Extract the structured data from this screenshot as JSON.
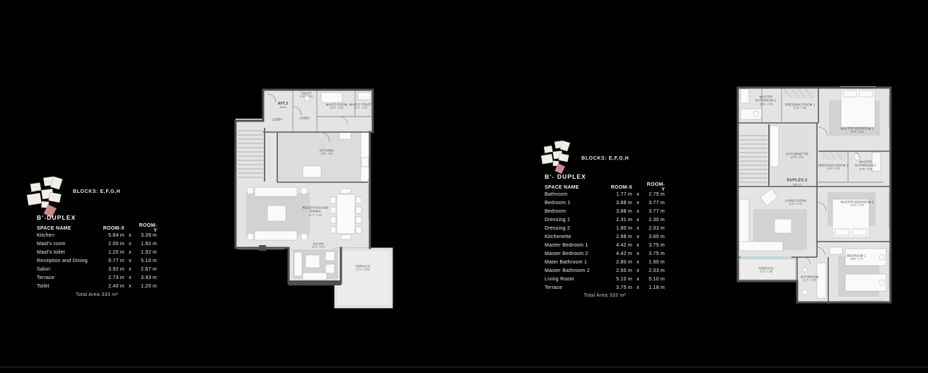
{
  "colors": {
    "background": "#000000",
    "keyplan_highlight": "#c9888e",
    "wall": "#4f4f4f",
    "floor": "#e4e4e4",
    "window": "#bfd5e1",
    "total_text": "#d6c4ac"
  },
  "left": {
    "blocks_label": "BLOCKS: E,F,G,H",
    "title": "B'-DUPLEX",
    "table": {
      "headers": {
        "name": "SPACE NAME",
        "x": "ROOM-X",
        "y": "ROOM-Y"
      },
      "rows": [
        {
          "name": "Kitchen",
          "x": "5.84 m",
          "sep": "x",
          "y": "3.39 m"
        },
        {
          "name": "Maid's room",
          "x": "2.00 m",
          "sep": "x",
          "y": "1.92 m"
        },
        {
          "name": "Maid's toilet",
          "x": "1.20 m",
          "sep": "x",
          "y": "1.92 m"
        },
        {
          "name": "Reception and Dining",
          "x": "9.77 m",
          "sep": "x",
          "y": "5.10 m"
        },
        {
          "name": "Salon",
          "x": "3.92 m",
          "sep": "x",
          "y": "2.67 m"
        },
        {
          "name": "Terrace",
          "x": "2.73 m",
          "sep": "x",
          "y": "3.93 m"
        },
        {
          "name": "Toilet",
          "x": "2.40 m",
          "sep": "x",
          "y": "1.20 m"
        }
      ],
      "total": "Total Area 333 m²"
    },
    "plan": {
      "unit": {
        "name": "APT.2",
        "area": "333m²"
      },
      "rooms": {
        "lobby1": {
          "name": "LOBBY",
          "dims": ""
        },
        "lobby2": {
          "name": "LOBBY",
          "dims": ""
        },
        "toilet": {
          "name": "TOILET",
          "dims": "(2.40 - 1.20)"
        },
        "maids_room": {
          "name": "MAID'S ROOM",
          "dims": "(2.00 - 1.92)"
        },
        "maids_toilet": {
          "name": "MAID'S TOILET",
          "dims": "(1.20 - 1.92)"
        },
        "kitchen": {
          "name": "KITCHEN",
          "dims": "5.84 - 3.39"
        },
        "reception": {
          "name": "RECEPTION AND DINING",
          "dims": "(9.77 - 5.10)"
        },
        "salon": {
          "name": "SALON",
          "dims": "(3.92 - 2.67)"
        },
        "terrace": {
          "name": "TERRACE",
          "dims": "(2.73 - 3.93)"
        }
      }
    }
  },
  "right": {
    "blocks_label": "BLOCKS: E,F,G,H",
    "title": "B'- DUPLEX",
    "table": {
      "headers": {
        "name": "SPACE NAME",
        "x": "ROOM-X",
        "y": "ROOM-Y"
      },
      "rows": [
        {
          "name": "Bathroom",
          "x": "1.77 m",
          "sep": "x",
          "y": "2.75 m"
        },
        {
          "name": "Bedroom 1",
          "x": "3.88 m",
          "sep": "x",
          "y": "3.77 m"
        },
        {
          "name": "Bedroom",
          "x": "3.88 m",
          "sep": "x",
          "y": "3.77 m"
        },
        {
          "name": "Dressing 1",
          "x": "2.31 m",
          "sep": "x",
          "y": "2.30 m"
        },
        {
          "name": "Dressing 2",
          "x": "1.80 m",
          "sep": "x",
          "y": "2.03 m"
        },
        {
          "name": "Kitchenette",
          "x": "2.98 m",
          "sep": "x",
          "y": "3.60 m"
        },
        {
          "name": "Master Bedroom 1",
          "x": "4.42 m",
          "sep": "x",
          "y": "3.75 m"
        },
        {
          "name": "Master Bedroom 2",
          "x": "4.42 m",
          "sep": "x",
          "y": "3.75 m"
        },
        {
          "name": "Mater Bathroom 1",
          "x": "2.80 m",
          "sep": "x",
          "y": "1.90 m"
        },
        {
          "name": "Master Bathroom 2",
          "x": "2.50 m",
          "sep": "x",
          "y": "2.03 m"
        },
        {
          "name": "Living Room",
          "x": "5.10 m",
          "sep": "x",
          "y": "5.10 m"
        },
        {
          "name": "Terrace",
          "x": "3.75 m",
          "sep": "x",
          "y": "1.18 m"
        }
      ],
      "total": "Total Area 333 m²"
    },
    "plan": {
      "unit": {
        "name": "DUPLEX.2",
        "area": "333 m²"
      },
      "rooms": {
        "master_bathroom_1": {
          "name": "MASTER BATHROOM 1",
          "dims": "(2.80 - 1.90)"
        },
        "dressing_room_1": {
          "name": "DRESSING ROOM 1",
          "dims": "(2.31 - 2.30)"
        },
        "master_bedroom_1": {
          "name": "MASTER BEDROOM 1",
          "dims": "(4.42 - 3.75)"
        },
        "kitchenette": {
          "name": "KITCHENETTE",
          "dims": "(2.98 - 3.60)"
        },
        "dressing_room_2": {
          "name": "DRESSING ROOM 2",
          "dims": "(1.80 - 2.03)"
        },
        "master_bathroom_2": {
          "name": "MASTER BATHROOM 2",
          "dims": "(2.50 - 2.03)"
        },
        "living_room": {
          "name": "LIVING ROOM",
          "dims": "(5.10 - 5.10)"
        },
        "master_bedroom_2": {
          "name": "MASTER BEDROOM 2",
          "dims": "(4.42 - 3.75)"
        },
        "bedroom_1": {
          "name": "BEDROOM 1",
          "dims": "(3.88 - 3.77)"
        },
        "terrace": {
          "name": "TERRACE",
          "dims": "(3.75 - 1.18)"
        },
        "bathroom": {
          "name": "BATHROOM",
          "dims": "(1.77 - 2.75)"
        }
      }
    }
  }
}
